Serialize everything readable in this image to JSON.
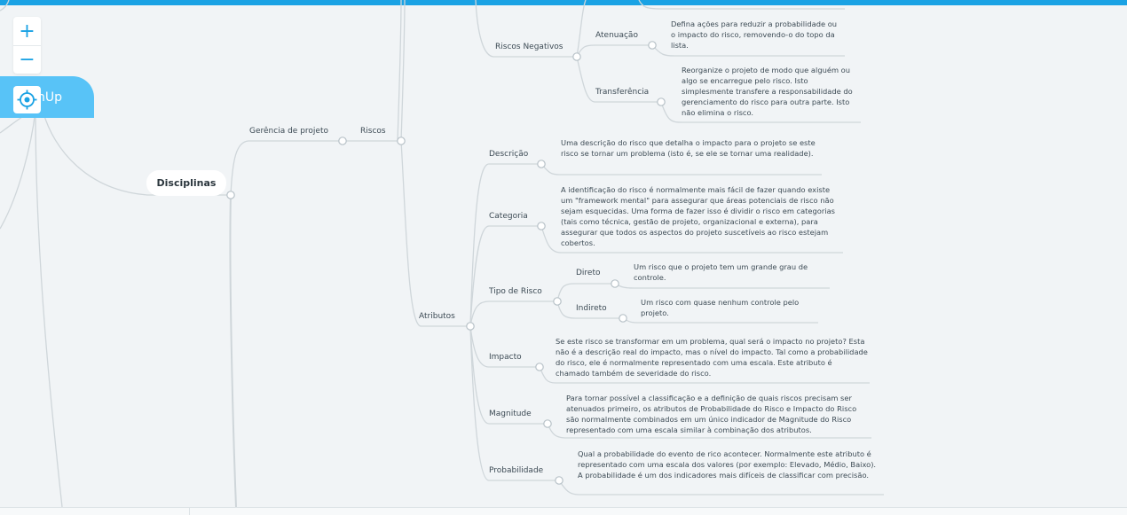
{
  "root": {
    "label": "nUp"
  },
  "zoom": {
    "in_label": "+",
    "out_label": "−"
  },
  "nodes": {
    "disciplinas": "Disciplinas",
    "gerencia": "Gerência de projeto",
    "riscos": "Riscos",
    "riscos_negativos": "Riscos Negativos",
    "atenuacao": "Atenuação",
    "atenuacao_desc": "Defina ações para reduzir a probabilidade ou o impacto do risco, removendo-o do topo da lista.",
    "transferencia": "Transferência",
    "transferencia_desc": "Reorganize o projeto de modo que alguém ou algo se encarregue pelo risco. Isto simplesmente transfere a responsabilidade do gerenciamento do risco para outra parte. Isto não elimina o risco.",
    "atributos": "Atributos",
    "descricao": "Descrição",
    "descricao_desc": "Uma descrição do risco que detalha o impacto para o projeto se este risco se tornar um problema (isto é, se ele se tornar uma realidade).",
    "categoria": "Categoria",
    "categoria_desc": "A identificação do risco é normalmente mais fácil de fazer quando existe um \"framework mental\" para assegurar que áreas potenciais de risco não sejam esquecidas. Uma forma de fazer isso é dividir o risco em categorias (tais como técnica, gestão de projeto, organizacional e externa), para assegurar que todos os aspectos do projeto suscetíveis ao risco estejam cobertos.",
    "tipo": "Tipo de Risco",
    "direto": "Direto",
    "direto_desc": "Um risco que o projeto tem um grande grau de controle.",
    "indireto": "Indireto",
    "indireto_desc": "Um risco com quase nenhum controle pelo projeto.",
    "impacto": "Impacto",
    "impacto_desc": "Se este risco se transformar em um problema, qual será o impacto no projeto? Esta não é a descrição real do impacto, mas o nível do impacto. Tal como a probabilidade do risco, ele é normalmente representado com uma escala. Este atributo é chamado também de severidade do risco.",
    "magnitude": "Magnitude",
    "magnitude_desc": "Para tornar possível a classificação e a definição de quais riscos precisam ser atenuados primeiro, os atributos de Probabilidade do Risco e Impacto do Risco são normalmente combinados em um único indicador de Magnitude do Risco representado com uma escala similar à combinação dos atributos.",
    "probabilidade": "Probabilidade",
    "probabilidade_desc": "Qual a probabilidade do evento de rico acontecer. Normalmente este atributo é representado com uma escala dos valores (por exemplo: Elevado, Médio, Baixo). A probabilidade é um dos indicadores mais difíceis de classificar com precisão."
  }
}
